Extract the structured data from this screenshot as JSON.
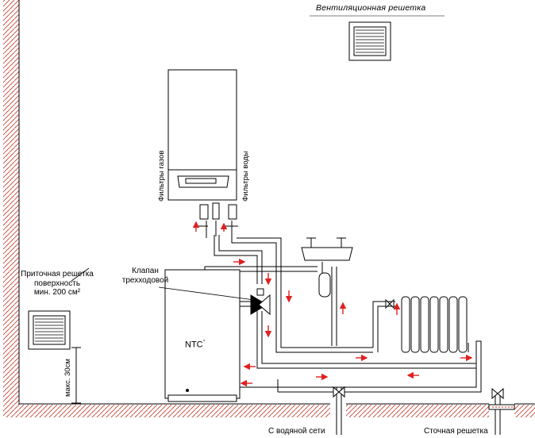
{
  "labels": {
    "vent_grille": "Вентиляционная решетка",
    "supply_grille": [
      "Приточная решетка",
      "поверхность",
      "мин. 200 см²"
    ],
    "max_height": "макс. 30см",
    "valve": [
      "Клапан",
      "трехходовой"
    ],
    "gas_filters": "Фильтры газов",
    "water_filters": "Фильтры воды",
    "ntc": "NTC",
    "water_supply": "С водяной сети",
    "drain_grille": "Сточная решетка"
  },
  "colors": {
    "hatch": "#c0392b",
    "flow_arrow": "#e02020",
    "line": "#000000"
  }
}
